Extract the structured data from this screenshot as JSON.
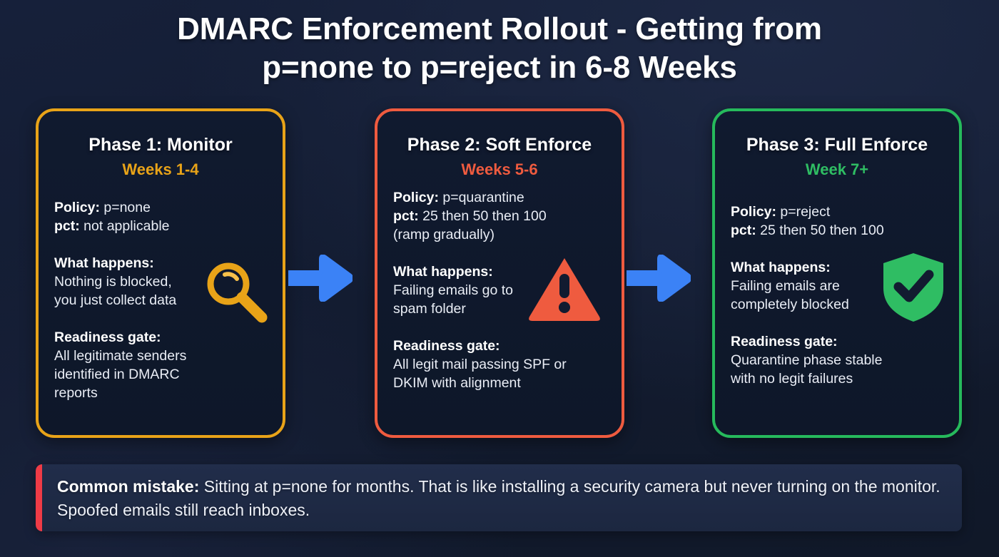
{
  "title": {
    "line1": "DMARC Enforcement Rollout - Getting from",
    "line2": "p=none to p=reject in 6-8 Weeks"
  },
  "colors": {
    "background": "#131c31",
    "card_background": "#101a2f",
    "phase1_accent": "#e8a318",
    "phase2_accent": "#ef5b3f",
    "phase3_accent": "#26ba5c",
    "arrow": "#3b82f6",
    "banner_background": "#1f2b47",
    "banner_accent": "#ef3b46",
    "text": "#ffffff"
  },
  "phases": [
    {
      "title": "Phase 1: Monitor",
      "weeks": "Weeks 1-4",
      "icon": "magnifier-icon",
      "blocks": [
        {
          "lines": [
            {
              "label": "Policy:",
              "value": " p=none"
            },
            {
              "label": "pct:",
              "value": " not applicable"
            }
          ]
        },
        {
          "lines": [
            {
              "label": "What happens:",
              "value": ""
            },
            {
              "label": "",
              "value": "Nothing is blocked,"
            },
            {
              "label": "",
              "value": "you just collect data"
            }
          ]
        },
        {
          "lines": [
            {
              "label": "Readiness gate:",
              "value": ""
            },
            {
              "label": "",
              "value": "All legitimate senders"
            },
            {
              "label": "",
              "value": "identified in DMARC"
            },
            {
              "label": "",
              "value": "reports"
            }
          ]
        }
      ]
    },
    {
      "title": "Phase 2: Soft Enforce",
      "weeks": "Weeks 5-6",
      "icon": "warning-triangle-icon",
      "blocks": [
        {
          "lines": [
            {
              "label": "Policy:",
              "value": " p=quarantine"
            },
            {
              "label": "pct:",
              "value": " 25 then 50 then 100"
            },
            {
              "label": "",
              "value": "(ramp gradually)"
            }
          ]
        },
        {
          "lines": [
            {
              "label": "What happens:",
              "value": ""
            },
            {
              "label": "",
              "value": "Failing emails go to"
            },
            {
              "label": "",
              "value": "spam folder"
            }
          ]
        },
        {
          "lines": [
            {
              "label": "Readiness gate:",
              "value": ""
            },
            {
              "label": "",
              "value": "All legit mail passing SPF or"
            },
            {
              "label": "",
              "value": "DKIM with alignment"
            }
          ]
        }
      ]
    },
    {
      "title": "Phase 3: Full Enforce",
      "weeks": "Week 7+",
      "icon": "shield-check-icon",
      "blocks": [
        {
          "lines": [
            {
              "label": "Policy:",
              "value": " p=reject"
            },
            {
              "label": "pct:",
              "value": " 25 then 50 then 100"
            }
          ]
        },
        {
          "lines": [
            {
              "label": "What happens:",
              "value": ""
            },
            {
              "label": "",
              "value": "Failing emails are"
            },
            {
              "label": "",
              "value": "completely blocked"
            }
          ]
        },
        {
          "lines": [
            {
              "label": "Readiness gate:",
              "value": ""
            },
            {
              "label": "",
              "value": "Quarantine phase stable"
            },
            {
              "label": "",
              "value": "with no legit failures"
            }
          ]
        }
      ]
    }
  ],
  "arrows": [
    {
      "name": "arrow-phase1-to-phase2",
      "direction": "right"
    },
    {
      "name": "arrow-phase2-to-phase3",
      "direction": "right"
    }
  ],
  "banner": {
    "label": "Common mistake:",
    "text": " Sitting at p=none for months. That is like installing a security camera but never turning on the monitor. Spoofed emails still reach inboxes."
  }
}
